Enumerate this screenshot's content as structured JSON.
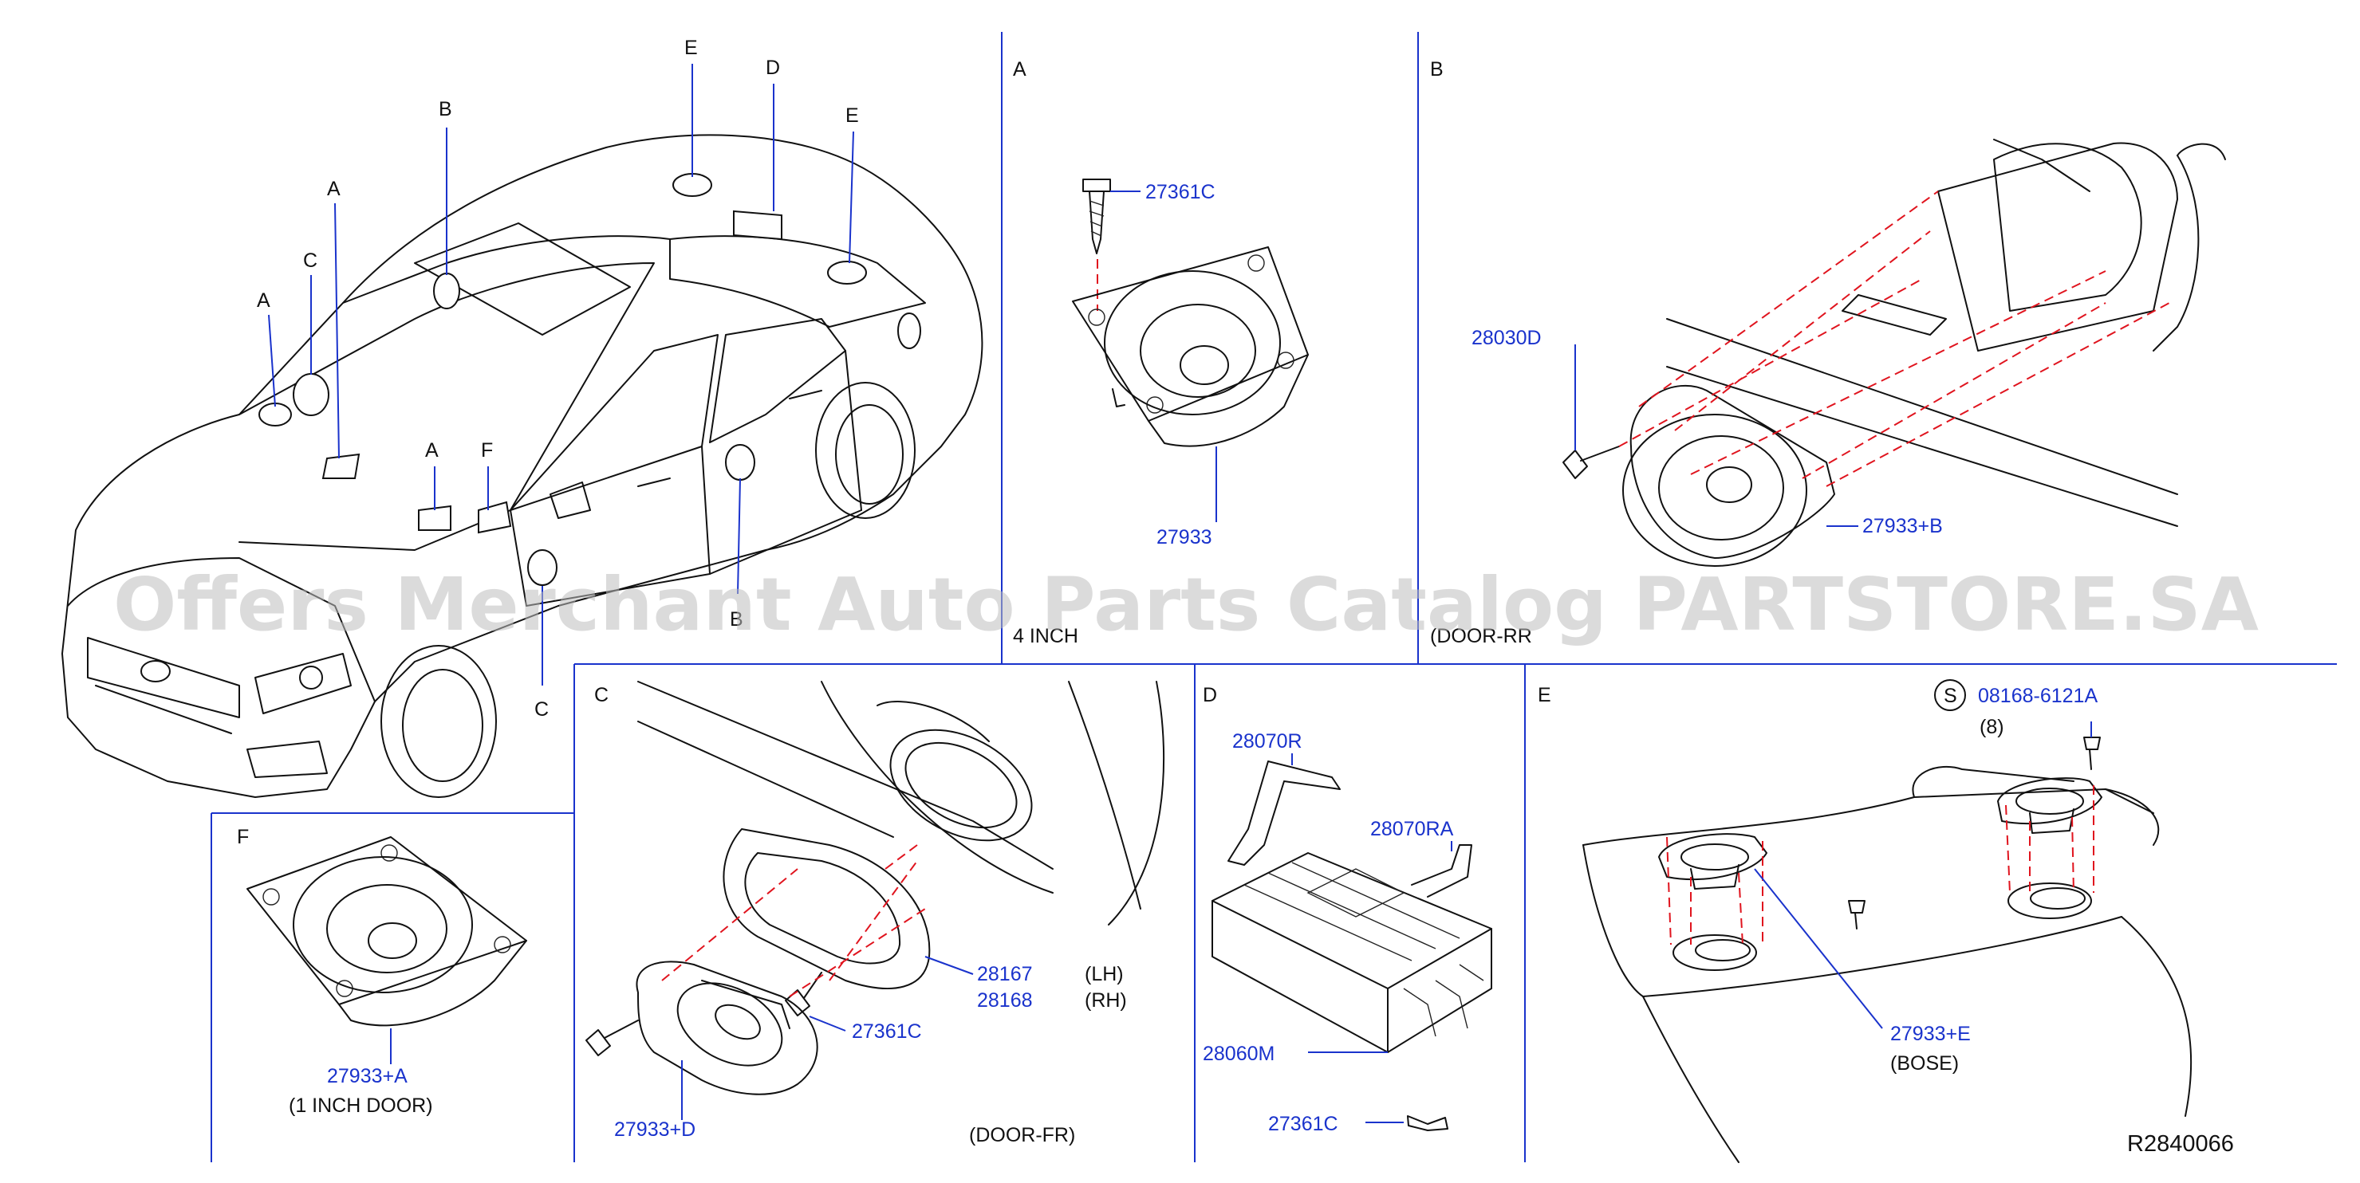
{
  "diagram_code": "R2840066",
  "watermark": "Offers Merchant Auto Parts Catalog PARTSTORE.SA",
  "overview": {
    "callouts": [
      "A",
      "C",
      "A",
      "B",
      "E",
      "D",
      "E",
      "A",
      "F",
      "C",
      "B"
    ]
  },
  "panels": {
    "A": {
      "letter": "A",
      "caption": "4 INCH",
      "parts": [
        {
          "number": "27361C"
        },
        {
          "number": "27933"
        }
      ]
    },
    "B": {
      "letter": "B",
      "caption": "(DOOR-RR",
      "parts": [
        {
          "number": "28030D"
        },
        {
          "number": "27933+B"
        }
      ]
    },
    "C": {
      "letter": "C",
      "caption": "(DOOR-FR)",
      "parts": [
        {
          "number": "28167",
          "note": "(LH)"
        },
        {
          "number": "28168",
          "note": "(RH)"
        },
        {
          "number": "27361C"
        },
        {
          "number": "27933+D"
        }
      ]
    },
    "D": {
      "letter": "D",
      "parts": [
        {
          "number": "28070R"
        },
        {
          "number": "28070RA"
        },
        {
          "number": "28060M"
        },
        {
          "number": "27361C"
        }
      ]
    },
    "E": {
      "letter": "E",
      "symbol": "S",
      "parts": [
        {
          "number": "08168-6121A",
          "qty": "(8)"
        },
        {
          "number": "27933+E",
          "note": "(BOSE)"
        }
      ]
    },
    "F": {
      "letter": "F",
      "caption": "(1   INCH   DOOR)",
      "parts": [
        {
          "number": "27933+A"
        }
      ]
    }
  },
  "colors": {
    "part_number": "#1a33cc",
    "frame": "#1a33cc",
    "assembly_line": "#e0141e",
    "drawing": "#111111",
    "watermark": "#bdbdbd"
  }
}
